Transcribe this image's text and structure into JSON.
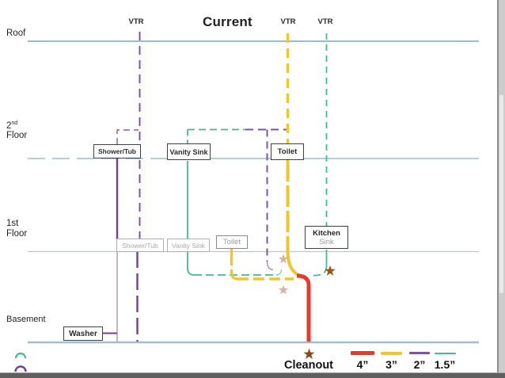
{
  "title": "Current",
  "vtr": [
    "VTR",
    "VTR",
    "VTR"
  ],
  "floor_labels": {
    "roof": "Roof",
    "floor2_num": "2",
    "floor2_sup": "nd",
    "floor2_word": "Floor",
    "floor1_line1": "1st",
    "floor1_line2": "Floor",
    "basement": "Basement"
  },
  "fixtures": {
    "floor2": [
      {
        "id": "shower-tub",
        "label": "Shower/Tub"
      },
      {
        "id": "vanity-sink",
        "label": "Vanity Sink"
      },
      {
        "id": "toilet",
        "label": "Toilet"
      }
    ],
    "floor1": [
      {
        "id": "shower-tub",
        "label": "Shower/Tub"
      },
      {
        "id": "vanity-sink",
        "label": "Vanity Sink"
      },
      {
        "id": "toilet",
        "label": "Toilet"
      },
      {
        "id": "kitchen-sink",
        "label_line1": "Kitchen",
        "label_line2": "Sink"
      }
    ],
    "basement": [
      {
        "id": "washer",
        "label": "Washer"
      }
    ]
  },
  "legend": {
    "cleanout": "Cleanout",
    "sizes": [
      {
        "label": "4”",
        "color_key": "red"
      },
      {
        "label": "3”",
        "color_key": "yellow"
      },
      {
        "label": "2”",
        "color_key": "purple"
      },
      {
        "label": "1.5”",
        "color_key": "green"
      }
    ]
  },
  "colors": {
    "red": "#e8392b",
    "yellow": "#f0c62e",
    "purple": "#6e4099",
    "purple_vent": "#7d53a8",
    "purple_light": "#b2a2cc",
    "green": "#45b98f",
    "green_light": "#8fd4bb",
    "line_roof": "#7aa5c6",
    "line_floor2": "#9cbcd4",
    "line_floor1": "#b5c8d8",
    "line_basement": "#a3bcd2",
    "star_tan": "#c9a383",
    "star_brown": "#9a551c",
    "star_dark": "#8a4a14"
  }
}
